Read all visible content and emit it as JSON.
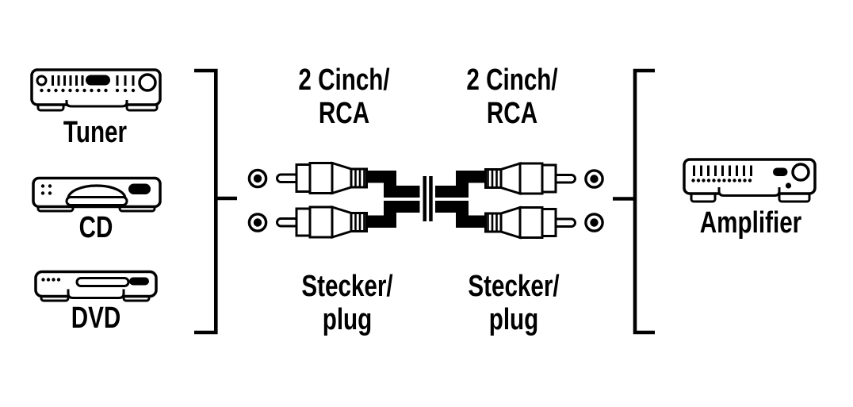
{
  "devices": {
    "tuner": {
      "label": "Tuner"
    },
    "cd": {
      "label": "CD"
    },
    "dvd": {
      "label": "DVD"
    },
    "amplifier": {
      "label": "Amplifier"
    }
  },
  "cable": {
    "left_end": {
      "connector_line1": "2 Cinch/",
      "connector_line2": "RCA",
      "plug_line1": "Stecker/",
      "plug_line2": "plug"
    },
    "right_end": {
      "connector_line1": "2 Cinch/",
      "connector_line2": "RCA",
      "plug_line1": "Stecker/",
      "plug_line2": "plug"
    }
  },
  "icons": {
    "tuner": "stereo-receiver-icon",
    "cd": "cd-player-icon",
    "dvd": "dvd-player-icon",
    "amplifier": "amplifier-icon",
    "rca_jack": "rca-jack-icon",
    "rca_plug": "rca-plug-icon",
    "cable_break": "cable-break-icon",
    "left_group": "left-bracket",
    "right_group": "right-bracket"
  },
  "colors": {
    "line": "#000000",
    "background": "#ffffff",
    "fill": "#000000"
  }
}
